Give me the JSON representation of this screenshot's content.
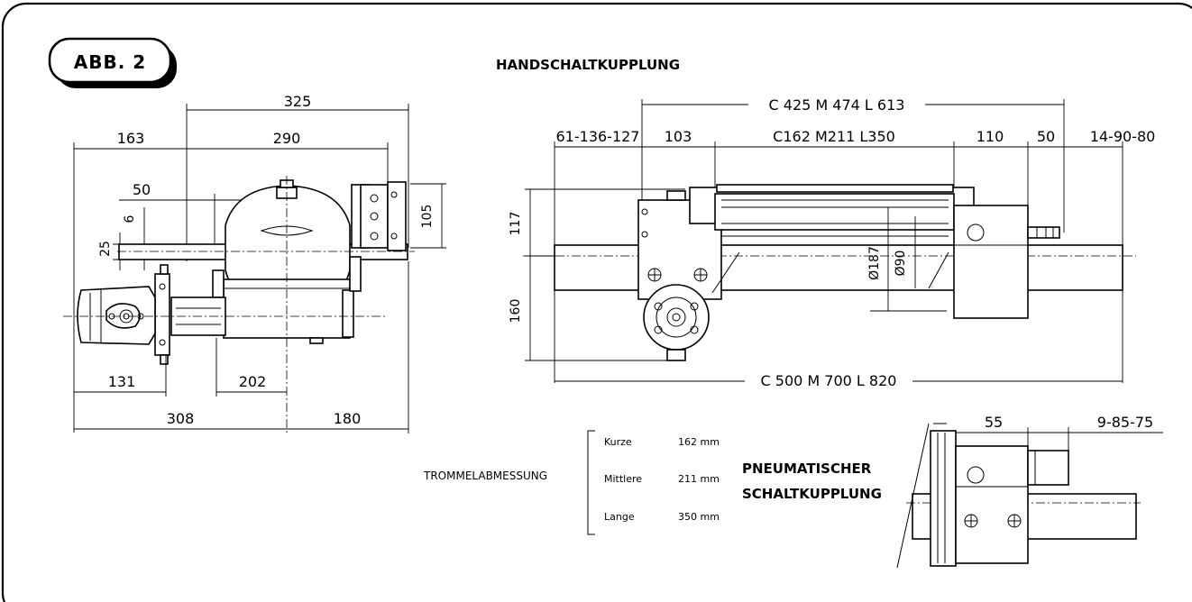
{
  "badge": "ABB. 2",
  "title_manual": "HANDSCHALTKUPPLUNG",
  "title_pneumatic_line1": "PNEUMATISCHER",
  "title_pneumatic_line2": "SCHALTKUPPLUNG",
  "left_view": {
    "d325": "325",
    "d163": "163",
    "d290": "290",
    "d50": "50",
    "d6": "6",
    "d25": "25",
    "d105": "105",
    "d131": "131",
    "d202": "202",
    "d308": "308",
    "d180": "180"
  },
  "right_view": {
    "top_overall": "C 425  M 474  L 613",
    "d61_136_127": "61-136-127",
    "d103": "103",
    "drum_len": "C162  M211  L350",
    "d110": "110",
    "d50": "50",
    "d14_90_80": "14-90-80",
    "d117": "117",
    "d160": "160",
    "dia187": "Ø187",
    "dia90": "Ø90",
    "bottom_overall": "C 500  M 700  L 820"
  },
  "pneumatic_view": {
    "d55": "55",
    "d9_85_75": "9-85-75"
  },
  "drum_legend": {
    "label": "TROMMELABMESSUNG",
    "rows": [
      {
        "name": "Kurze",
        "value": "162 mm"
      },
      {
        "name": "Mittlere",
        "value": "211 mm"
      },
      {
        "name": "Lange",
        "value": "350 mm"
      }
    ]
  }
}
